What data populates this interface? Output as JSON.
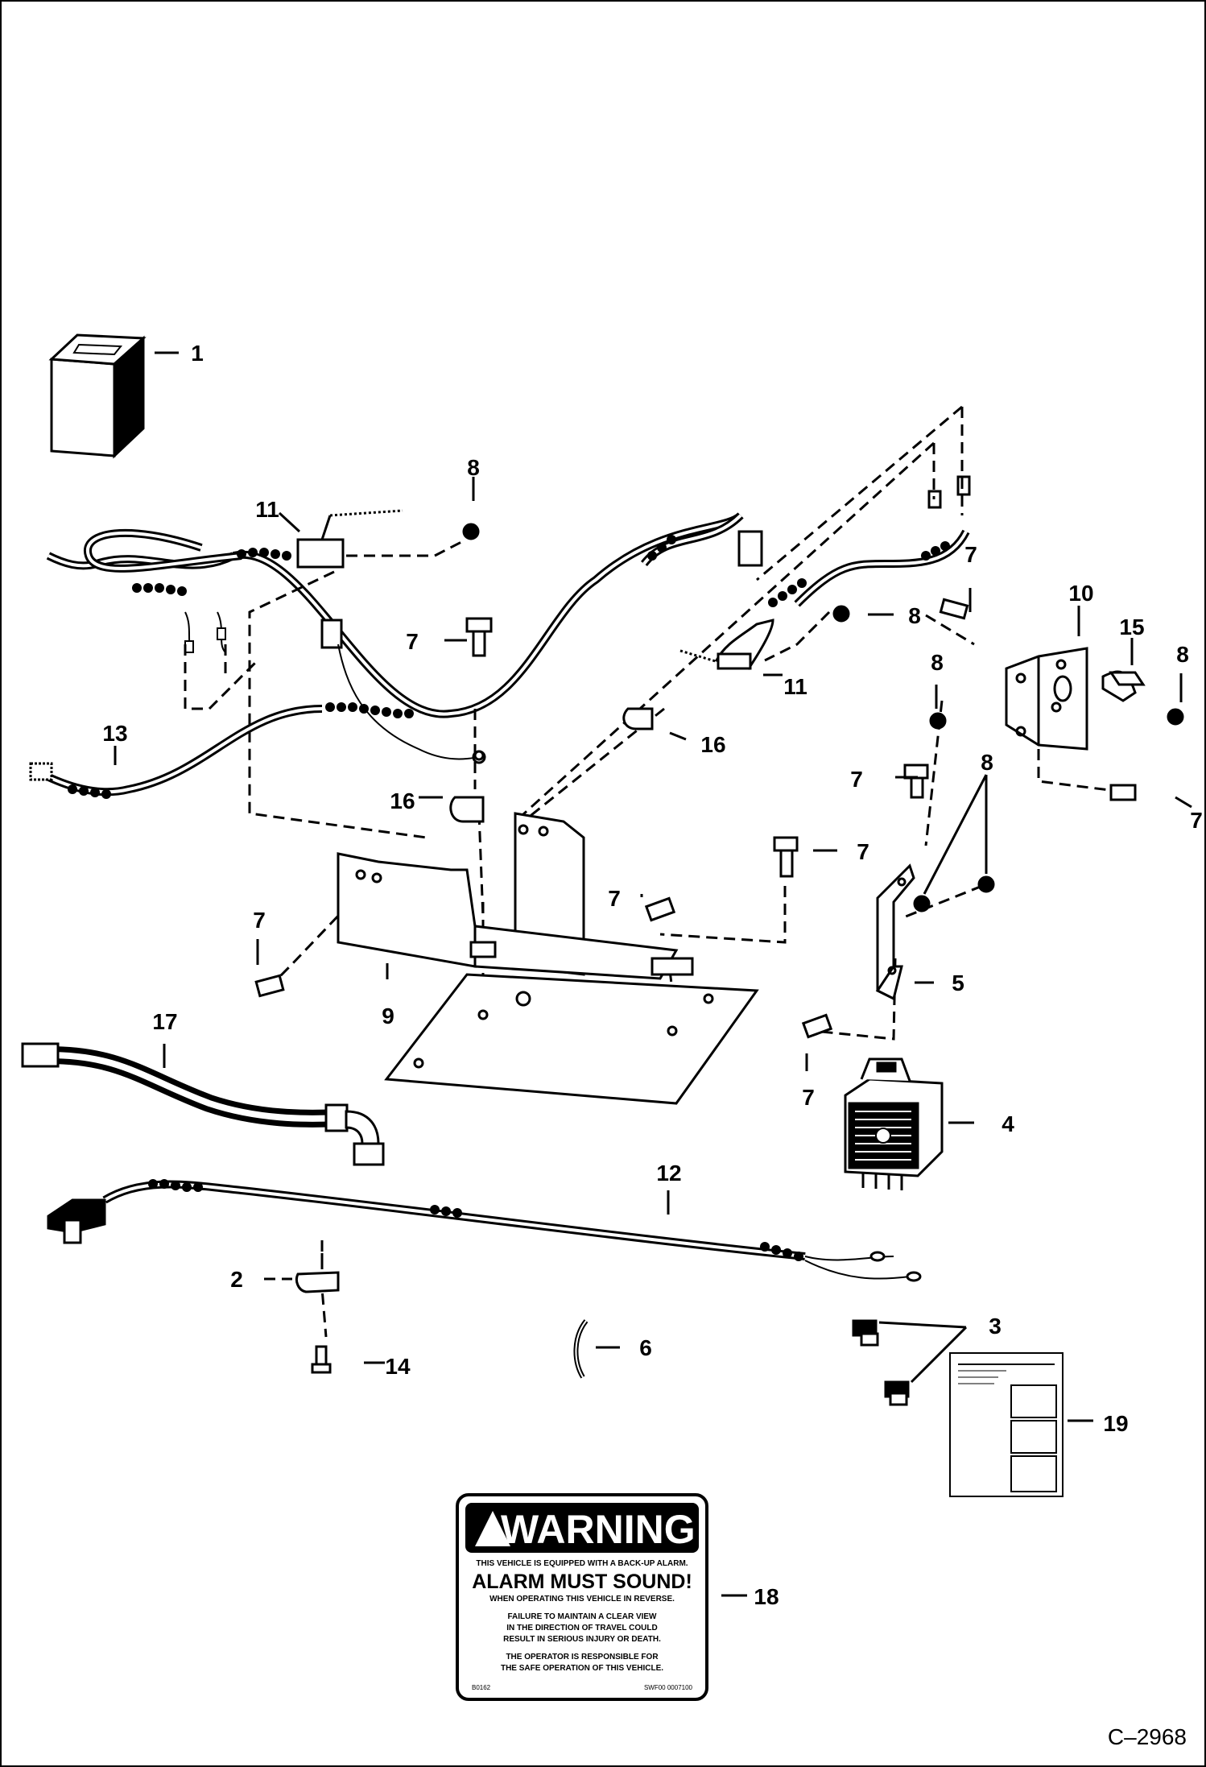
{
  "figure_code": "C–2968",
  "callouts": [
    {
      "id": "c1",
      "text": "1"
    },
    {
      "id": "c2",
      "text": "2"
    },
    {
      "id": "c3",
      "text": "3"
    },
    {
      "id": "c4",
      "text": "4"
    },
    {
      "id": "c5",
      "text": "5"
    },
    {
      "id": "c6",
      "text": "6"
    },
    {
      "id": "c7a",
      "text": "7"
    },
    {
      "id": "c7b",
      "text": "7"
    },
    {
      "id": "c7c",
      "text": "7"
    },
    {
      "id": "c7d",
      "text": "7"
    },
    {
      "id": "c7e",
      "text": "7"
    },
    {
      "id": "c7f",
      "text": "7"
    },
    {
      "id": "c7g",
      "text": "7"
    },
    {
      "id": "c7h",
      "text": "7"
    },
    {
      "id": "c8a",
      "text": "8"
    },
    {
      "id": "c8b",
      "text": "8"
    },
    {
      "id": "c8c",
      "text": "8"
    },
    {
      "id": "c8d",
      "text": "8"
    },
    {
      "id": "c8e",
      "text": "8"
    },
    {
      "id": "c9",
      "text": "9"
    },
    {
      "id": "c10",
      "text": "10"
    },
    {
      "id": "c11a",
      "text": "11"
    },
    {
      "id": "c11b",
      "text": "11"
    },
    {
      "id": "c12",
      "text": "12"
    },
    {
      "id": "c13",
      "text": "13"
    },
    {
      "id": "c14",
      "text": "14"
    },
    {
      "id": "c15",
      "text": "15"
    },
    {
      "id": "c16a",
      "text": "16"
    },
    {
      "id": "c16b",
      "text": "16"
    },
    {
      "id": "c17",
      "text": "17"
    },
    {
      "id": "c18",
      "text": "18"
    },
    {
      "id": "c19",
      "text": "19"
    }
  ],
  "warning_decal": {
    "title": "WARNING",
    "line1": "THIS VEHICLE IS EQUIPPED WITH A BACK-UP ALARM.",
    "line2": "ALARM MUST SOUND!",
    "line3": "WHEN OPERATING THIS VEHICLE IN REVERSE.",
    "line4": "FAILURE TO MAINTAIN A CLEAR VIEW",
    "line5": "IN THE DIRECTION OF TRAVEL COULD",
    "line6": "RESULT IN SERIOUS INJURY OR DEATH.",
    "line7": "THE OPERATOR IS RESPONSIBLE FOR",
    "line8": "THE SAFE OPERATION OF THIS VEHICLE.",
    "code_left": "B0162",
    "code_right": "SWF00 0007100"
  }
}
